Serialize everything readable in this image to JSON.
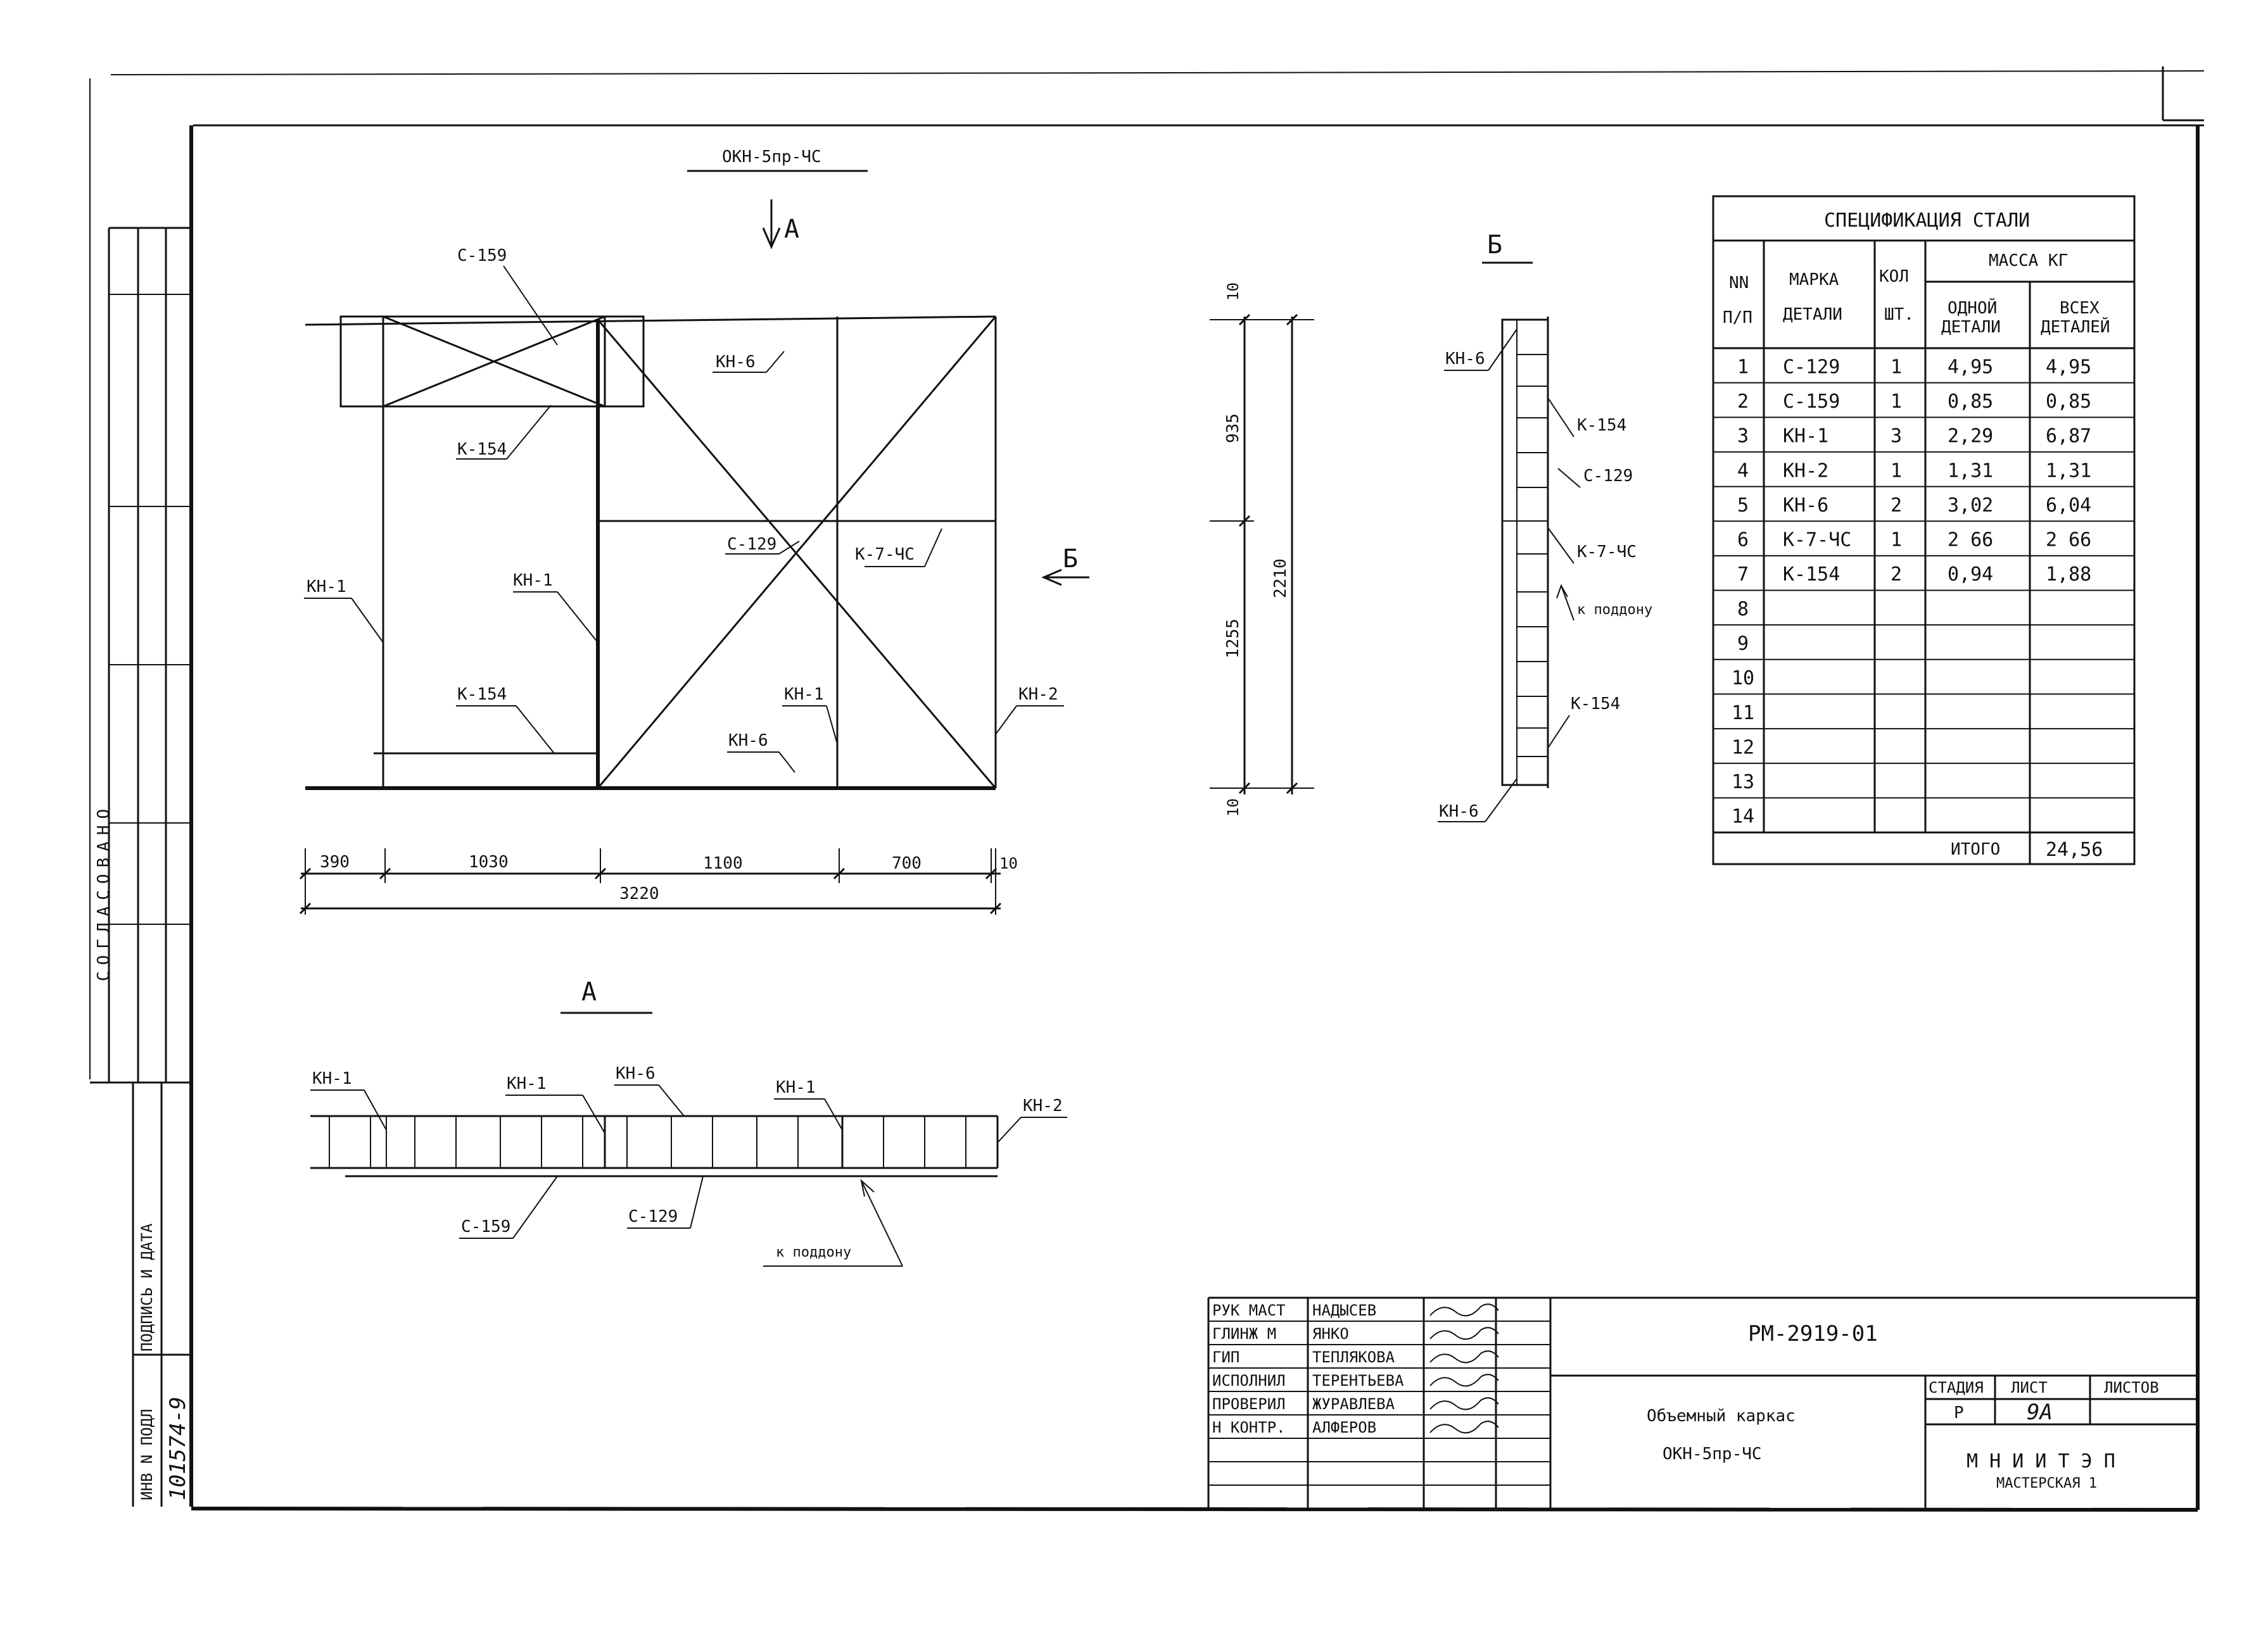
{
  "drawing": {
    "title": "ОКН-5пр-ЧС",
    "section_a_arrow": "А",
    "section_b_arrow": "Б",
    "view_a_title": "А",
    "view_b_title": "Б"
  },
  "main_view": {
    "labels": {
      "c159": "С-159",
      "k154_top": "К-154",
      "kn6_top": "КН-6",
      "kn1_left": "КН-1",
      "kn1_mid": "КН-1",
      "c129": "С-129",
      "k7": "К-7-ЧС",
      "k154_bottom": "К-154",
      "kn1_bottom": "КН-1",
      "kn6_bottom": "КН-6",
      "kn2": "КН-2"
    },
    "dims": {
      "d390": "390",
      "d1030": "1030",
      "d1100": "1100",
      "d700": "700",
      "d10": "10",
      "total": "3220"
    },
    "vertical_dims": {
      "top10": "10",
      "d935": "935",
      "d1255": "1255",
      "total": "2210",
      "bottom10": "10"
    }
  },
  "view_a": {
    "labels": {
      "kn1_a": "КН-1",
      "kn1_b": "КН-1",
      "kn6": "КН-6",
      "kn1_c": "КН-1",
      "kn2": "КН-2",
      "c159": "С-159",
      "c129": "С-129",
      "pallet": "к поддону"
    }
  },
  "view_b": {
    "labels": {
      "kn6_top": "КН-6",
      "k154_top": "К-154",
      "c129": "С-129",
      "k7": "К-7-ЧС",
      "pallet": "к поддону",
      "k154_bottom": "К-154",
      "kn6_bottom": "КН-6"
    }
  },
  "spec_table": {
    "title": "СПЕЦИФИКАЦИЯ СТАЛИ",
    "headers": {
      "nn1": "NN",
      "nn2": "П/П",
      "mark1": "МАРКА",
      "mark2": "ДЕТАЛИ",
      "qty1": "КОЛ",
      "qty2": "ШТ.",
      "mass": "МАССА КГ",
      "one1": "ОДНОЙ",
      "one2": "ДЕТАЛИ",
      "all1": "ВСЕХ",
      "all2": "ДЕТАЛЕЙ"
    },
    "rows": [
      {
        "n": "1",
        "mark": "С-129",
        "qty": "1",
        "one": "4,95",
        "all": "4,95"
      },
      {
        "n": "2",
        "mark": "С-159",
        "qty": "1",
        "one": "0,85",
        "all": "0,85"
      },
      {
        "n": "3",
        "mark": "КН-1",
        "qty": "3",
        "one": "2,29",
        "all": "6,87"
      },
      {
        "n": "4",
        "mark": "КН-2",
        "qty": "1",
        "one": "1,31",
        "all": "1,31"
      },
      {
        "n": "5",
        "mark": "КН-6",
        "qty": "2",
        "one": "3,02",
        "all": "6,04"
      },
      {
        "n": "6",
        "mark": "К-7-ЧС",
        "qty": "1",
        "one": "2 66",
        "all": "2 66"
      },
      {
        "n": "7",
        "mark": "К-154",
        "qty": "2",
        "one": "0,94",
        "all": "1,88"
      },
      {
        "n": "8",
        "mark": "",
        "qty": "",
        "one": "",
        "all": ""
      },
      {
        "n": "9",
        "mark": "",
        "qty": "",
        "one": "",
        "all": ""
      },
      {
        "n": "10",
        "mark": "",
        "qty": "",
        "one": "",
        "all": ""
      },
      {
        "n": "11",
        "mark": "",
        "qty": "",
        "one": "",
        "all": ""
      },
      {
        "n": "12",
        "mark": "",
        "qty": "",
        "one": "",
        "all": ""
      },
      {
        "n": "13",
        "mark": "",
        "qty": "",
        "one": "",
        "all": ""
      },
      {
        "n": "14",
        "mark": "",
        "qty": "",
        "one": "",
        "all": ""
      }
    ],
    "total_label": "ИТОГО",
    "total_value": "24,56"
  },
  "title_block": {
    "roles": [
      {
        "role": "РУК МАСТ",
        "name": "НАДЫСЕВ"
      },
      {
        "role": "ГЛИНЖ М",
        "name": "ЯНКО"
      },
      {
        "role": "ГИП",
        "name": "ТЕПЛЯКОВА"
      },
      {
        "role": "ИСПОЛНИЛ",
        "name": "ТЕРЕНТЬЕВА"
      },
      {
        "role": "ПРОВЕРИЛ",
        "name": "ЖУРАВЛЕВА"
      },
      {
        "role": "Н КОНТР.",
        "name": "АЛФЕРОВ"
      }
    ],
    "doc_code": "РМ-2919-01",
    "description1": "Объемный каркас",
    "description2": "ОКН-5пр-ЧС",
    "stage_label": "СТАДИЯ",
    "sheet_label": "ЛИСТ",
    "sheets_label": "ЛИСТОВ",
    "stage_value": "Р",
    "sheet_value": "9А",
    "org1": "М Н И И Т Э П",
    "org2": "МАСТЕРСКАЯ 1"
  },
  "side_stamp": {
    "agreed": "СОГЛАСОВАНО",
    "signature_date": "ПОДПИСЬ И ДАТА",
    "inv_no": "ИНВ N ПОДЛ",
    "inv_value": "101574-9"
  }
}
